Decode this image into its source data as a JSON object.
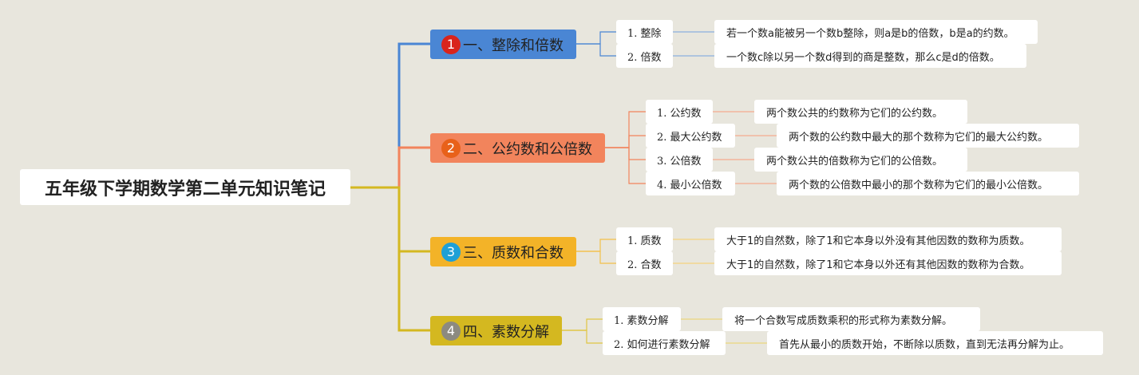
{
  "root": {
    "title": "五年级下学期数学第二单元知识笔记"
  },
  "colors": {
    "b1": "#4a86d4",
    "b2": "#f2845c",
    "b3": "#f3b328",
    "b4": "#d4b820",
    "n1": "#d9241c",
    "n2": "#e8611a",
    "n3": "#1fa0d6",
    "n4": "#8c8a80",
    "line1": "#4a86d4",
    "line2": "#f2845c",
    "line3": "#f3c04a",
    "line4": "#e0c542",
    "trunk": "#d4b820"
  },
  "branches": [
    {
      "num": "1",
      "label": "一、整除和倍数",
      "items": [
        {
          "term": "1. 整除",
          "desc": "若一个数a能被另一个数b整除，则a是b的倍数，b是a的约数。"
        },
        {
          "term": "2. 倍数",
          "desc": "一个数c除以另一个数d得到的商是整数，那么c是d的倍数。"
        }
      ]
    },
    {
      "num": "2",
      "label": "二、公约数和公倍数",
      "items": [
        {
          "term": "1. 公约数",
          "desc": "两个数公共的约数称为它们的公约数。"
        },
        {
          "term": "2. 最大公约数",
          "desc": "两个数的公约数中最大的那个数称为它们的最大公约数。"
        },
        {
          "term": "3. 公倍数",
          "desc": "两个数公共的倍数称为它们的公倍数。"
        },
        {
          "term": "4. 最小公倍数",
          "desc": "两个数的公倍数中最小的那个数称为它们的最小公倍数。"
        }
      ]
    },
    {
      "num": "3",
      "label": "三、质数和合数",
      "items": [
        {
          "term": "1. 质数",
          "desc": "大于1的自然数，除了1和它本身以外没有其他因数的数称为质数。"
        },
        {
          "term": "2. 合数",
          "desc": "大于1的自然数，除了1和它本身以外还有其他因数的数称为合数。"
        }
      ]
    },
    {
      "num": "4",
      "label": "四、素数分解",
      "items": [
        {
          "term": "1. 素数分解",
          "desc": "将一个合数写成质数乘积的形式称为素数分解。"
        },
        {
          "term": "2. 如何进行素数分解",
          "desc": "首先从最小的质数开始，不断除以质数，直到无法再分解为止。"
        }
      ]
    }
  ]
}
